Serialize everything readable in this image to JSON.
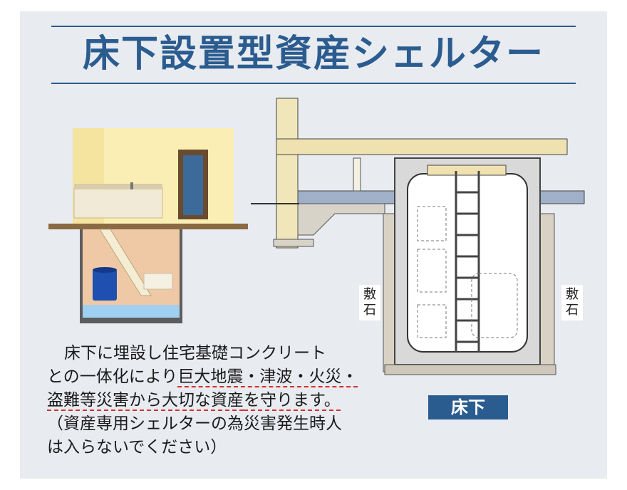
{
  "title": "床下設置型資産シェルター",
  "labels": {
    "gravel_left": [
      "敷",
      "石"
    ],
    "gravel_right": [
      "敷",
      "石"
    ],
    "floor": "床下"
  },
  "description": {
    "line1": "床下に埋設し住宅基礎コンクリート",
    "line2_a": "との一体化により",
    "line2_b": "巨大地震・津波・火災・",
    "line3_a": "盗難等災害から大切な資産",
    "line3_b": "を守ります。",
    "line4": "（資産専用シェルターの為災害発生時人",
    "line5": "は入らないでください）"
  },
  "colors": {
    "accent": "#2b5c8f",
    "highlight_underline": "#d03030",
    "panel": "#e8ebf0"
  }
}
